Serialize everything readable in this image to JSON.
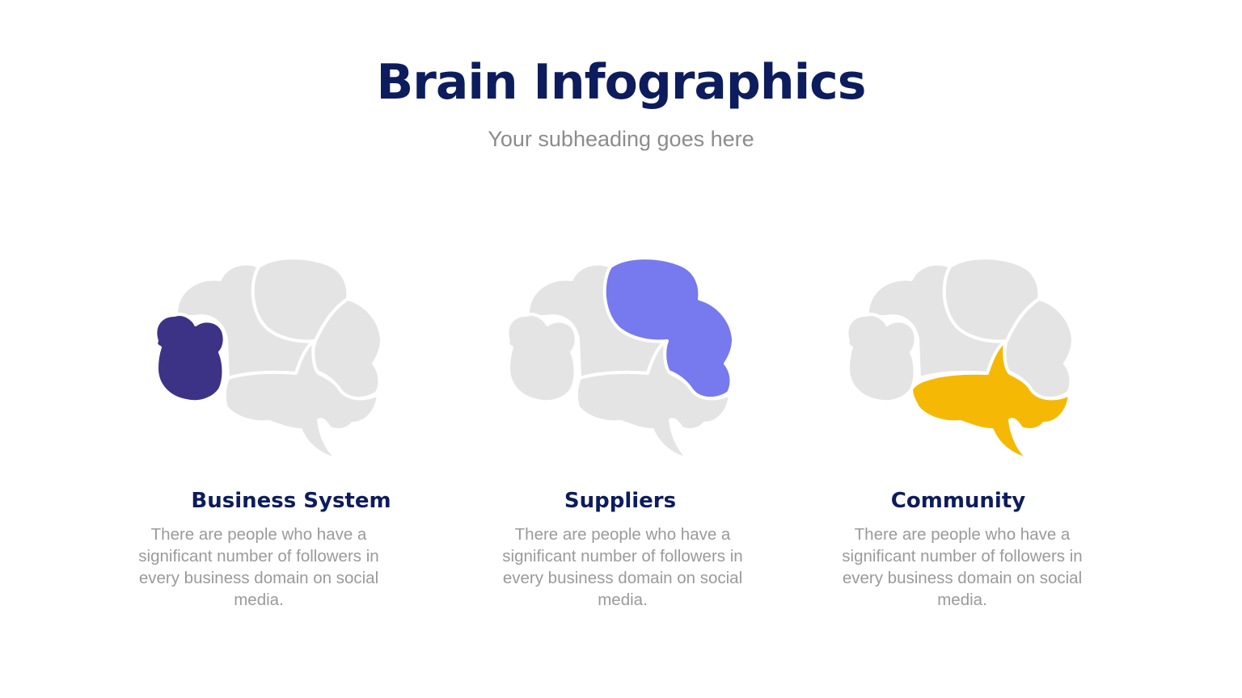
{
  "slide": {
    "title": "Brain Infographics",
    "subtitle": "Your subheading goes here"
  },
  "colors": {
    "title": "#0d1c5c",
    "subtitle": "#8c8c8c",
    "brain_base": "#e4e4e4",
    "highlight_business": "#3c3387",
    "highlight_suppliers": "#7779ee",
    "highlight_community": "#f5b905"
  },
  "cards": [
    {
      "label": "Business System",
      "description": "There are people who have a significant number of followers in every business domain on social media.",
      "highlight_region": "back-lobe",
      "highlight_color": "#3c3387"
    },
    {
      "label": "Suppliers",
      "description": "There are people who have a significant number of followers in every business domain on social media.",
      "highlight_region": "front-lobe",
      "highlight_color": "#7779ee"
    },
    {
      "label": "Community",
      "description": "There are people who have a significant number of followers in every business domain on social media.",
      "highlight_region": "lower-lobe",
      "highlight_color": "#f5b905"
    }
  ]
}
